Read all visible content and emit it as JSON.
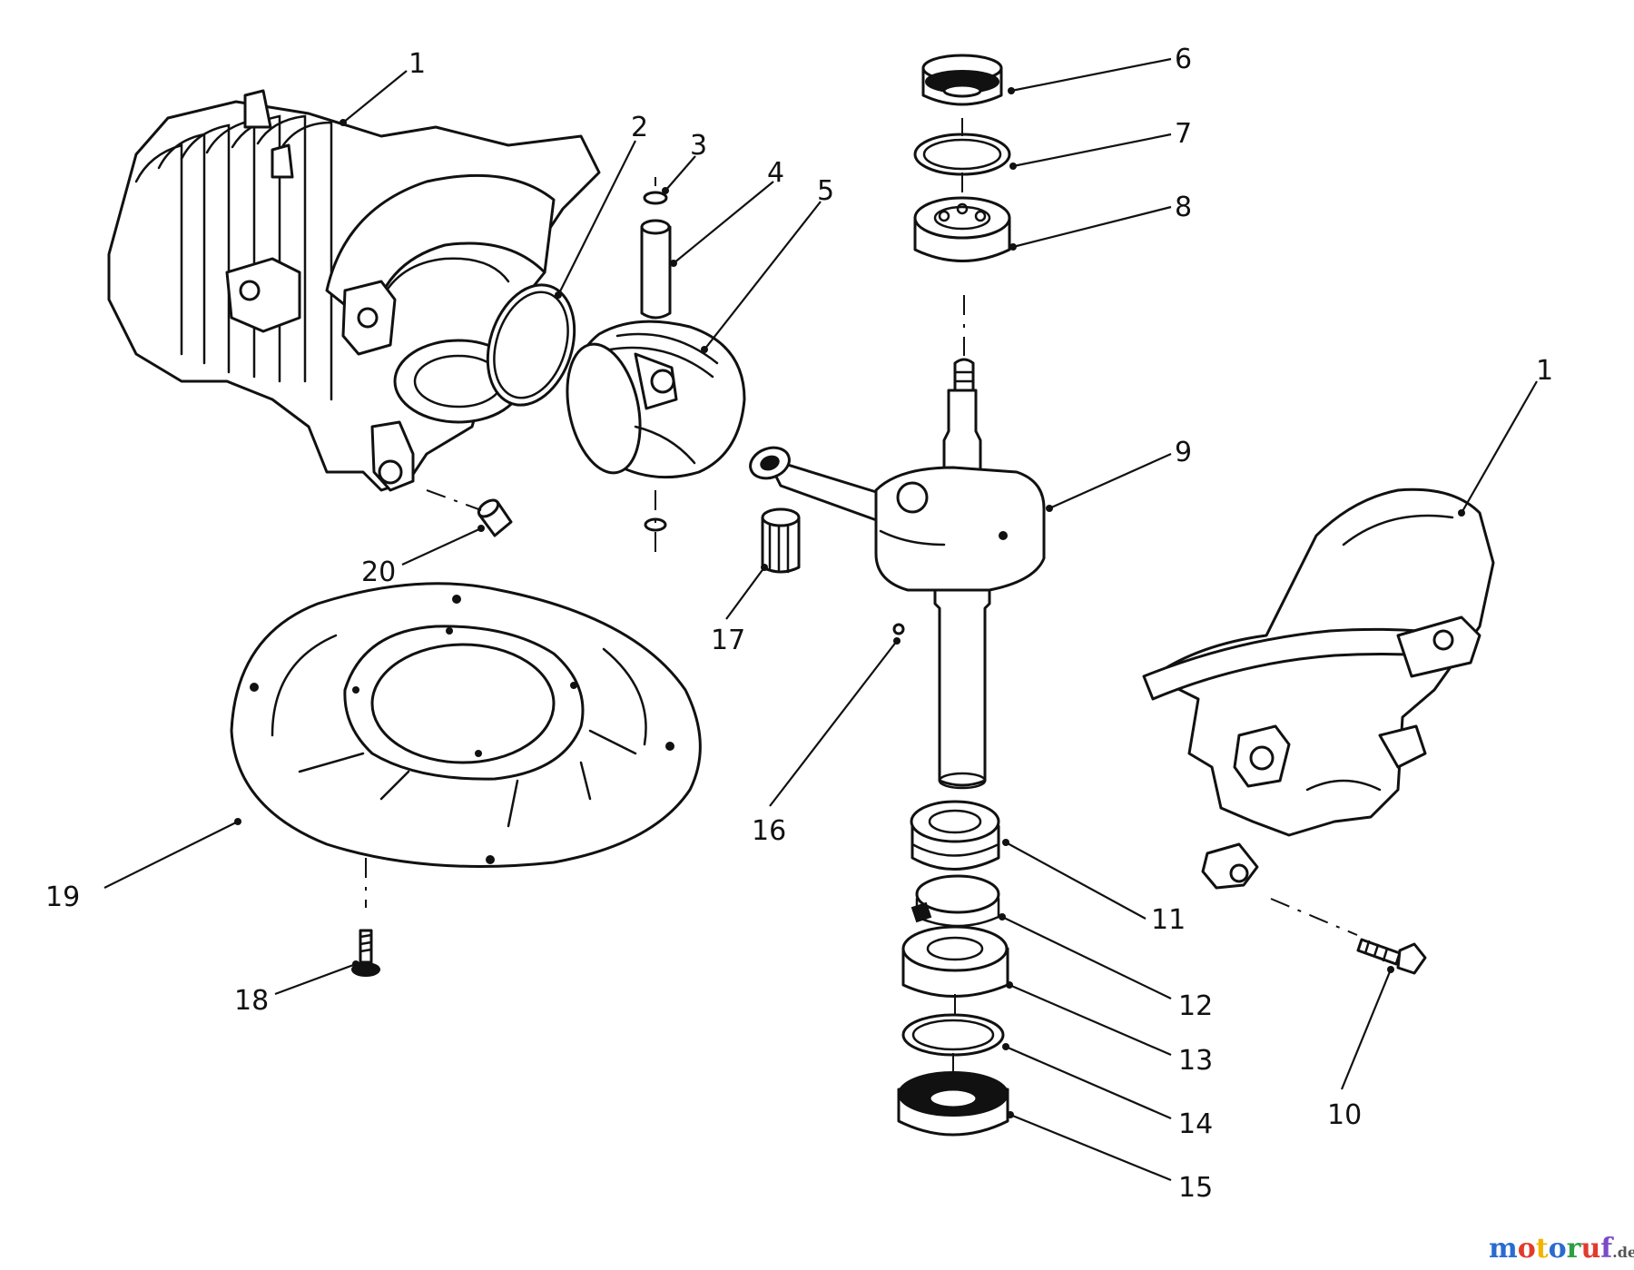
{
  "callouts": [
    {
      "id": "c1a",
      "label": "1"
    },
    {
      "id": "c2",
      "label": "2"
    },
    {
      "id": "c3",
      "label": "3"
    },
    {
      "id": "c4",
      "label": "4"
    },
    {
      "id": "c5",
      "label": "5"
    },
    {
      "id": "c6",
      "label": "6"
    },
    {
      "id": "c7",
      "label": "7"
    },
    {
      "id": "c8",
      "label": "8"
    },
    {
      "id": "c9",
      "label": "9"
    },
    {
      "id": "c1b",
      "label": "1"
    },
    {
      "id": "c20",
      "label": "20"
    },
    {
      "id": "c17",
      "label": "17"
    },
    {
      "id": "c16",
      "label": "16"
    },
    {
      "id": "c19",
      "label": "19"
    },
    {
      "id": "c18",
      "label": "18"
    },
    {
      "id": "c11",
      "label": "11"
    },
    {
      "id": "c12",
      "label": "12"
    },
    {
      "id": "c13",
      "label": "13"
    },
    {
      "id": "c14",
      "label": "14"
    },
    {
      "id": "c15",
      "label": "15"
    },
    {
      "id": "c10",
      "label": "10"
    }
  ],
  "watermark": {
    "text": "motoruf",
    "suffix": ".de",
    "colors": [
      "#2a6bd1",
      "#e23b2e",
      "#f2b400",
      "#2a6bd1",
      "#2e9e44",
      "#e23b2e",
      "#7a4bc9"
    ]
  }
}
